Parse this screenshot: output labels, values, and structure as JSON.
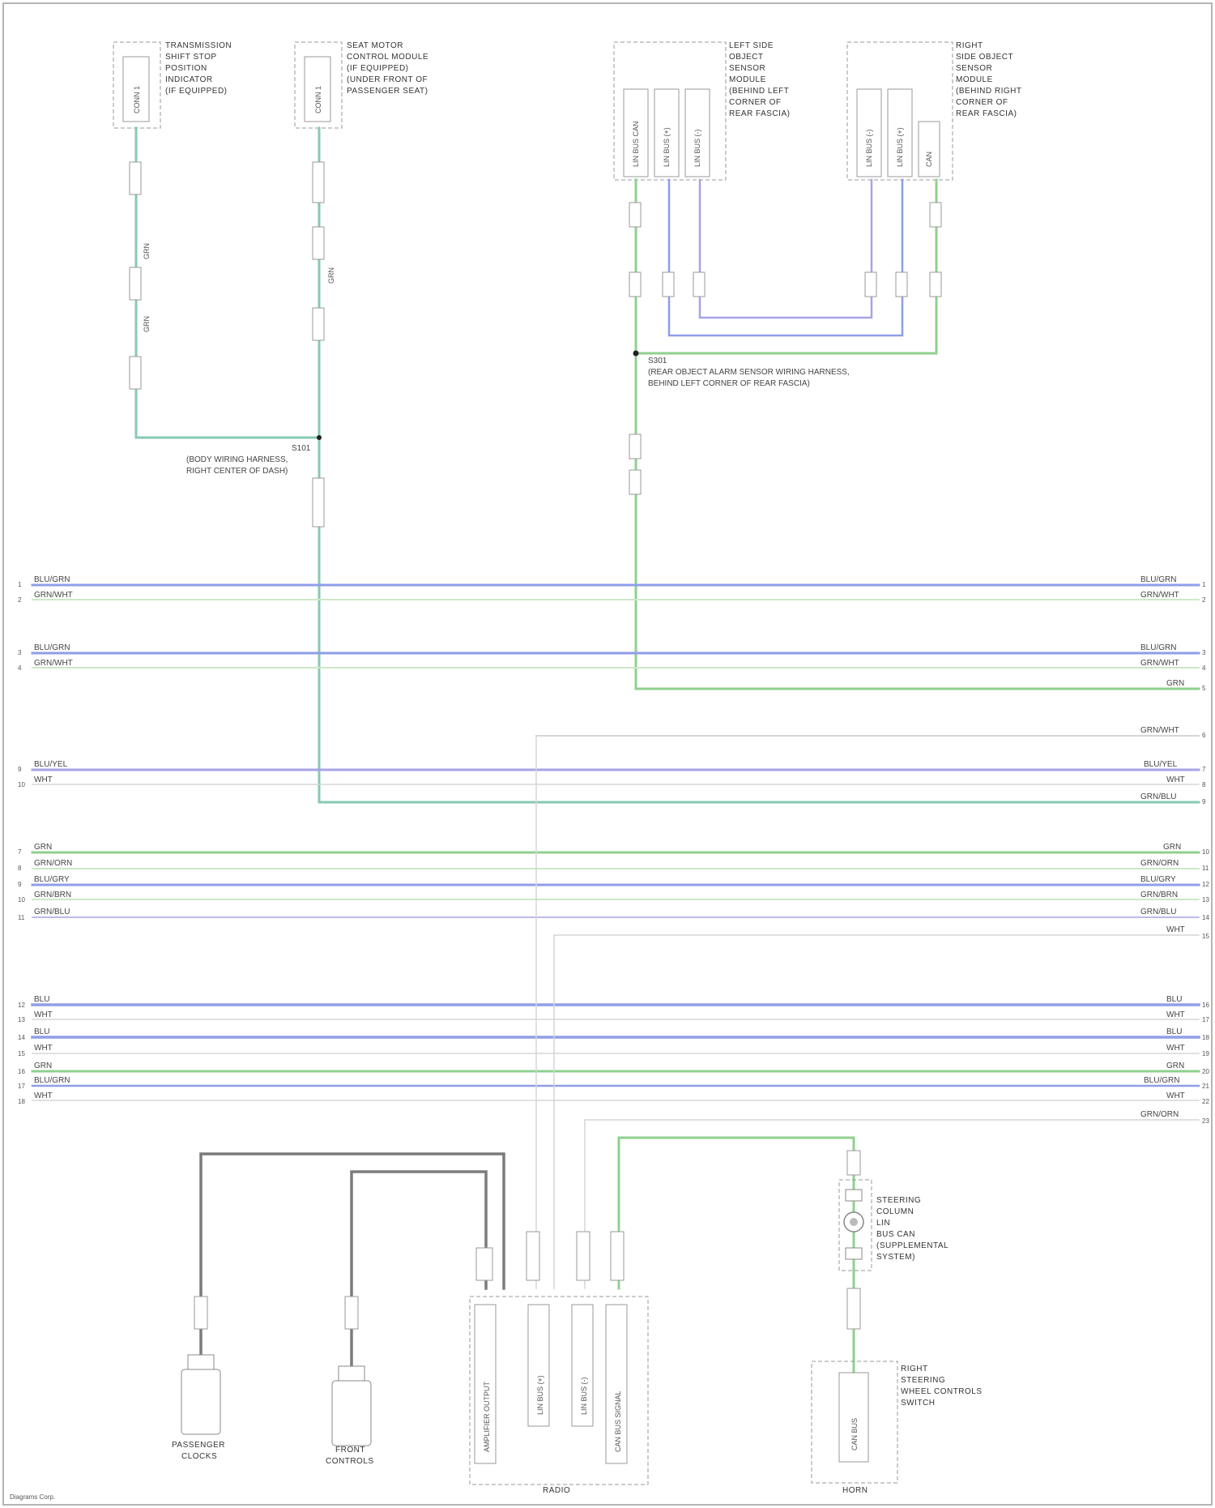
{
  "diagram": {
    "blocks": [
      {
        "id": "trans-shift-sensor",
        "label": [
          "TRANSMISSION",
          "SHIFT STOP",
          "POSITION",
          "INDICATOR",
          "(IF EQUIPPED)"
        ]
      },
      {
        "id": "seat-module",
        "label": [
          "SEAT MOTOR",
          "CONTROL MODULE",
          "(IF EQUIPPED)",
          "(UNDER FRONT OF",
          "PASSENGER SEAT)"
        ]
      },
      {
        "id": "left-sensor",
        "label": [
          "LEFT SIDE",
          "OBJECT",
          "SENSOR",
          "MODULE",
          "(BEHIND LEFT",
          "CORNER OF",
          "REAR FASCIA)"
        ]
      },
      {
        "id": "right-sensor",
        "label": [
          "RIGHT",
          "SIDE OBJECT",
          "SENSOR",
          "MODULE",
          "(BEHIND RIGHT",
          "CORNER OF",
          "REAR FASCIA)"
        ]
      },
      {
        "id": "steering-clutch",
        "label": [
          "STEERING",
          "COLUMN",
          "LIN",
          "BUS CAN",
          "(SUPPLEMENTAL",
          "SYSTEM)"
        ]
      },
      {
        "id": "wheel-switch",
        "label": [
          "RIGHT",
          "STEERING",
          "WHEEL CONTROLS",
          "SWITCH"
        ]
      }
    ],
    "splices": [
      {
        "id": "splice-left",
        "label": [
          "S101",
          "(BODY WIRING HARNESS,",
          "RIGHT CENTER OF DASH)"
        ]
      },
      {
        "id": "splice-right",
        "label": [
          "S301",
          "(REAR OBJECT ALARM SENSOR WIRING HARNESS,",
          "BEHIND LEFT CORNER OF REAR FASCIA)"
        ]
      }
    ],
    "bus_groups": [
      {
        "left": [
          {
            "pin": "1",
            "wire": "BLU/GRN"
          },
          {
            "pin": "2",
            "wire": "GRN/WHT"
          }
        ],
        "right": [
          {
            "pin": "1",
            "wire": "BLU/GRN"
          },
          {
            "pin": "2",
            "wire": "GRN/WHT"
          }
        ]
      },
      {
        "left": [
          {
            "pin": "3",
            "wire": "BLU/GRN"
          },
          {
            "pin": "4",
            "wire": "GRN/WHT"
          }
        ],
        "right": [
          {
            "pin": "3",
            "wire": "BLU/GRN"
          },
          {
            "pin": "4",
            "wire": "GRN/WHT"
          },
          {
            "pin": "5",
            "wire": "GRN"
          }
        ]
      },
      {
        "left": [
          {
            "pin": "9",
            "wire": "BLU/YEL"
          },
          {
            "pin": "10",
            "wire": "WHT"
          }
        ],
        "right": [
          {
            "pin": "6",
            "wire": "GRN/WHT"
          },
          {
            "pin": "7",
            "wire": "BLU/YEL"
          },
          {
            "pin": "8",
            "wire": "WHT"
          },
          {
            "pin": "9",
            "wire": "GRN/BLU"
          }
        ]
      },
      {
        "left": [
          {
            "pin": "7",
            "wire": "GRN"
          },
          {
            "pin": "8",
            "wire": "GRN/ORN"
          },
          {
            "pin": "9",
            "wire": "BLU/GRY"
          },
          {
            "pin": "10",
            "wire": "GRN/BRN"
          },
          {
            "pin": "11",
            "wire": "GRN/BLU"
          }
        ],
        "right": [
          {
            "pin": "10",
            "wire": "GRN"
          },
          {
            "pin": "11",
            "wire": "GRN/ORN"
          },
          {
            "pin": "12",
            "wire": "BLU/GRY"
          },
          {
            "pin": "13",
            "wire": "GRN/BRN"
          },
          {
            "pin": "14",
            "wire": "GRN/BLU"
          },
          {
            "pin": "15",
            "wire": "WHT"
          }
        ]
      },
      {
        "left": [
          {
            "pin": "12",
            "wire": "BLU"
          },
          {
            "pin": "13",
            "wire": "WHT"
          },
          {
            "pin": "14",
            "wire": "BLU"
          },
          {
            "pin": "15",
            "wire": "WHT"
          },
          {
            "pin": "16",
            "wire": "GRN"
          },
          {
            "pin": "17",
            "wire": "BLU/GRN"
          },
          {
            "pin": "18",
            "wire": "WHT"
          }
        ],
        "right": [
          {
            "pin": "16",
            "wire": "BLU"
          },
          {
            "pin": "17",
            "wire": "WHT"
          },
          {
            "pin": "18",
            "wire": "BLU"
          },
          {
            "pin": "19",
            "wire": "WHT"
          },
          {
            "pin": "20",
            "wire": "GRN"
          },
          {
            "pin": "21",
            "wire": "BLU/GRN"
          },
          {
            "pin": "22",
            "wire": "WHT"
          },
          {
            "pin": "23",
            "wire": "GRN/ORN"
          }
        ]
      }
    ],
    "bottom": {
      "left_component": [
        "PASSENGER",
        "CLOCKS"
      ],
      "mid_component": [
        "FRONT",
        "CONTROLS"
      ],
      "module_label": "RADIO",
      "switch_label": "HORN"
    },
    "footer_credit": "Diagrams Corp."
  }
}
